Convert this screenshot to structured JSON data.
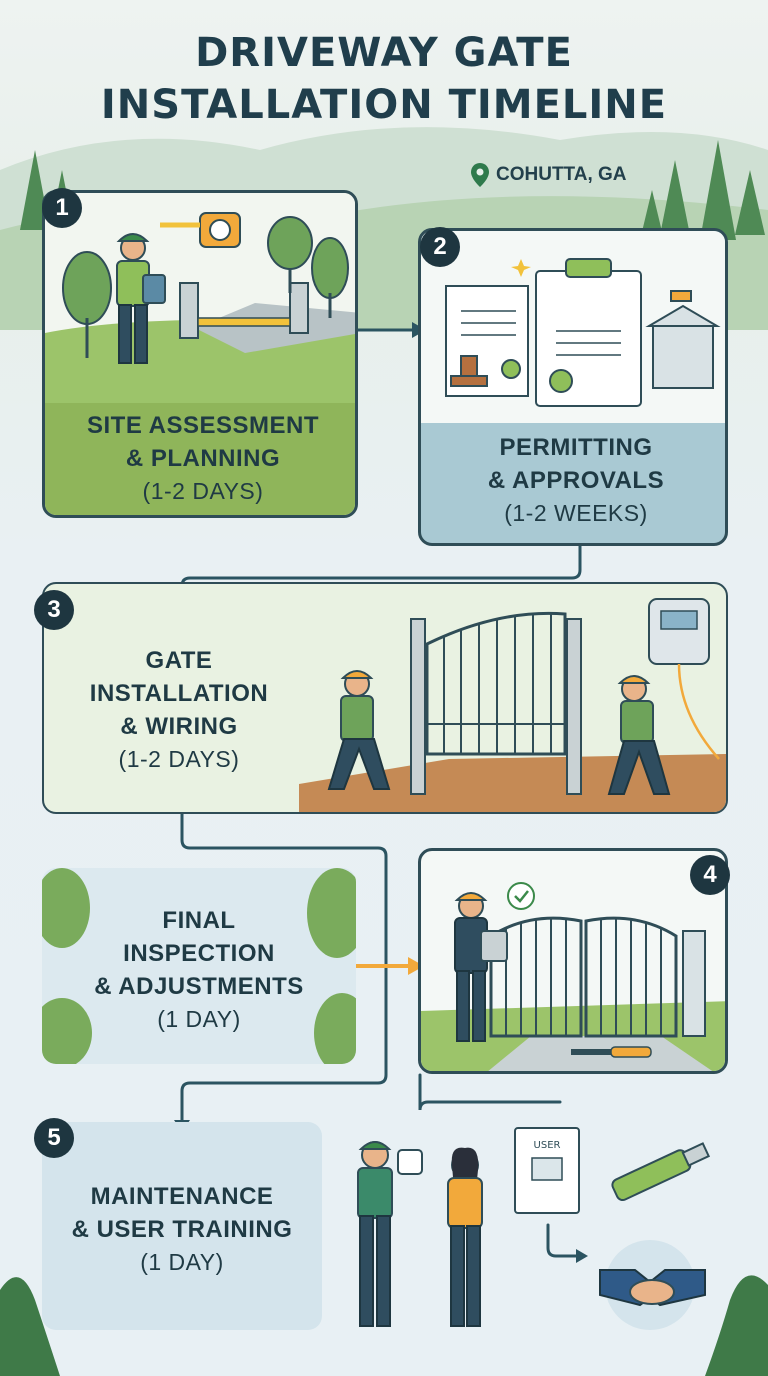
{
  "title": {
    "line1": "DRIVEWAY GATE",
    "line2": "INSTALLATION TIMELINE"
  },
  "location": {
    "icon": "map-pin-icon",
    "label": "COHUTTA, GA"
  },
  "colors": {
    "navy": "#1e3640",
    "green": "#8fb55a",
    "blue": "#a9c9d3",
    "orange": "#f2a93b",
    "connector": "#2b5461"
  },
  "steps": [
    {
      "number": "1",
      "title_line1": "SITE ASSESSMENT",
      "title_line2": "& PLANNING",
      "duration": "(1-2 DAYS)"
    },
    {
      "number": "2",
      "title_line1": "PERMITTING",
      "title_line2": "& APPROVALS",
      "duration": "(1-2 WEEKS)"
    },
    {
      "number": "3",
      "title_line1": "GATE",
      "title_line2": "INSTALLATION",
      "title_line3": "& WIRING",
      "duration": "(1-2 DAYS)"
    },
    {
      "number": "4",
      "title_line1": "FINAL",
      "title_line2": "INSPECTION",
      "title_line3": "& ADJUSTMENTS",
      "duration": "(1 DAY)"
    },
    {
      "number": "5",
      "title_line1": "MAINTENANCE",
      "title_line2": "& USER TRAINING",
      "duration": "(1 DAY)"
    }
  ],
  "manual_label": "USER"
}
